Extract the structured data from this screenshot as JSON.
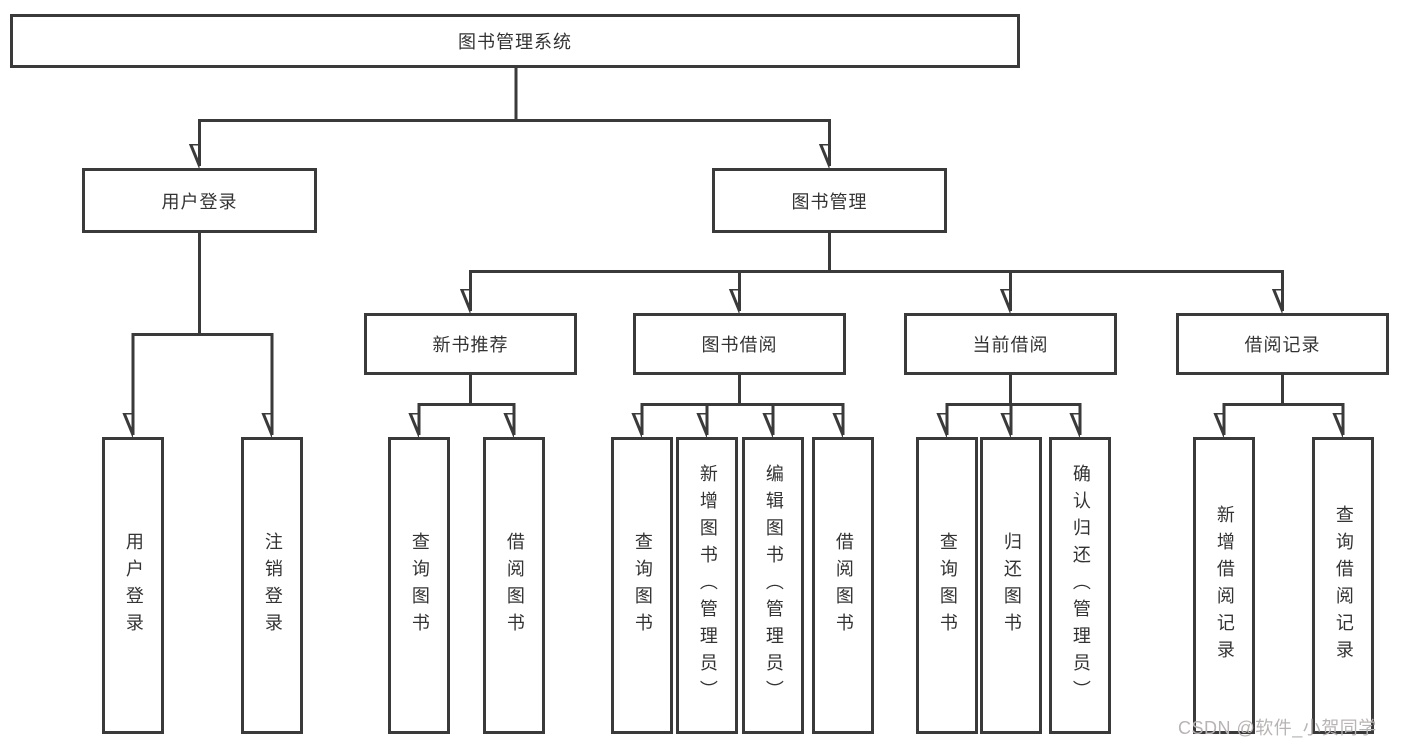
{
  "diagram": {
    "root": {
      "label": "图书管理系统"
    },
    "branches": [
      {
        "label": "用户登录",
        "leaves": [
          "用户登录",
          "注销登录"
        ]
      },
      {
        "label": "图书管理",
        "children": [
          {
            "label": "新书推荐",
            "leaves": [
              "查询图书",
              "借阅图书"
            ]
          },
          {
            "label": "图书借阅",
            "leaves": [
              "查询图书",
              "新增图书（管理员）",
              "编辑图书（管理员）",
              "借阅图书"
            ]
          },
          {
            "label": "当前借阅",
            "leaves": [
              "查询图书",
              "归还图书",
              "确认归还（管理员）"
            ]
          },
          {
            "label": "借阅记录",
            "leaves": [
              "新增借阅记录",
              "查询借阅记录"
            ]
          }
        ]
      }
    ]
  },
  "watermark": "CSDN @软件_小贺同学",
  "colors": {
    "line": "#3a3a3a",
    "text": "#333333",
    "watermark": "#b9b4b4",
    "background": "#ffffff"
  }
}
